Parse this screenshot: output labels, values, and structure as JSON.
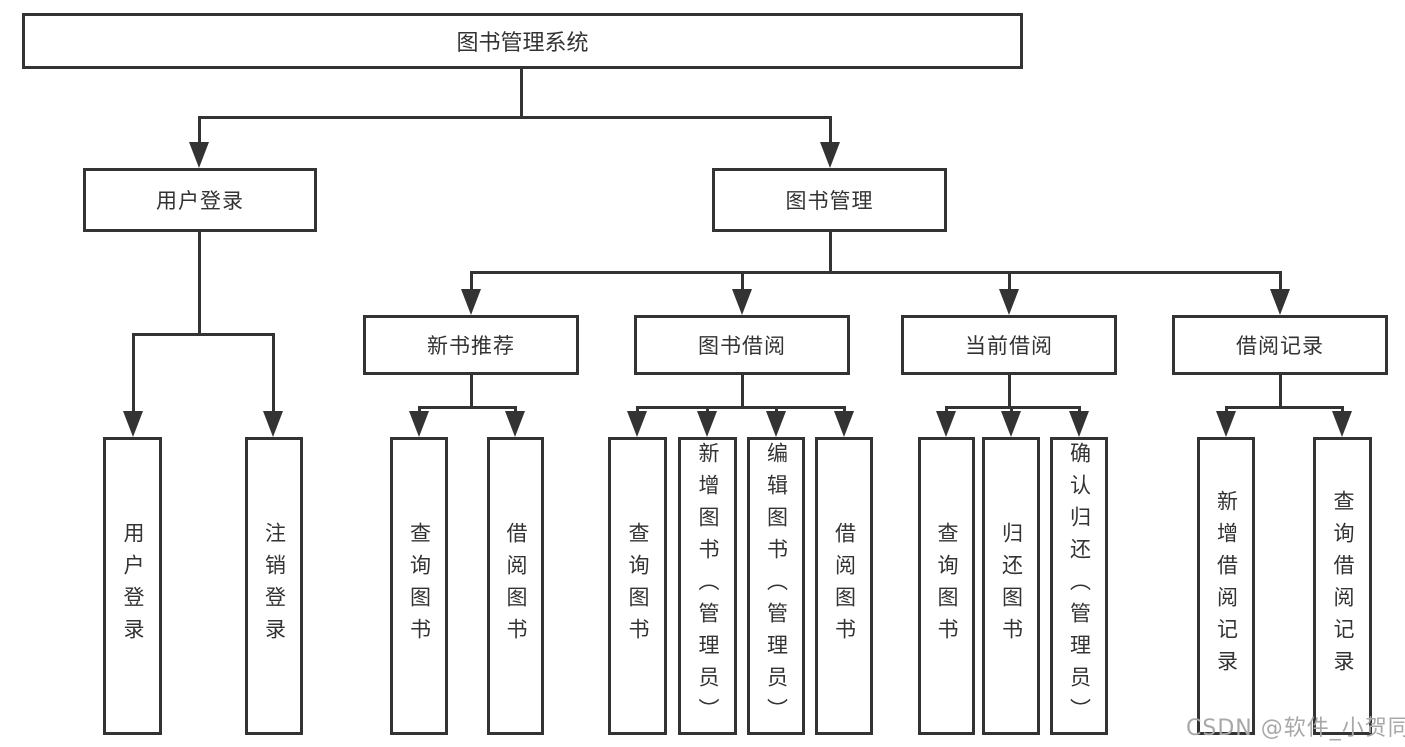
{
  "watermark": {
    "text": "CSDN @软件_小贺同学"
  },
  "colors": {
    "line": "#333333",
    "text": "#333333",
    "background": "#ffffff",
    "watermark": "#a8a8a8"
  },
  "tree": {
    "root": "图书管理系统",
    "branches": [
      {
        "label": "用户登录",
        "children": [
          "用户登录",
          "注销登录"
        ]
      },
      {
        "label": "图书管理",
        "groups": [
          {
            "label": "新书推荐",
            "children": [
              "查询图书",
              "借阅图书"
            ]
          },
          {
            "label": "图书借阅",
            "children": [
              "查询图书",
              "新增图书（管理员）",
              "编辑图书（管理员）",
              "借阅图书"
            ]
          },
          {
            "label": "当前借阅",
            "children": [
              "查询图书",
              "归还图书",
              "确认归还（管理员）"
            ]
          },
          {
            "label": "借阅记录",
            "children": [
              "新增借阅记录",
              "查询借阅记录"
            ]
          }
        ]
      }
    ]
  }
}
